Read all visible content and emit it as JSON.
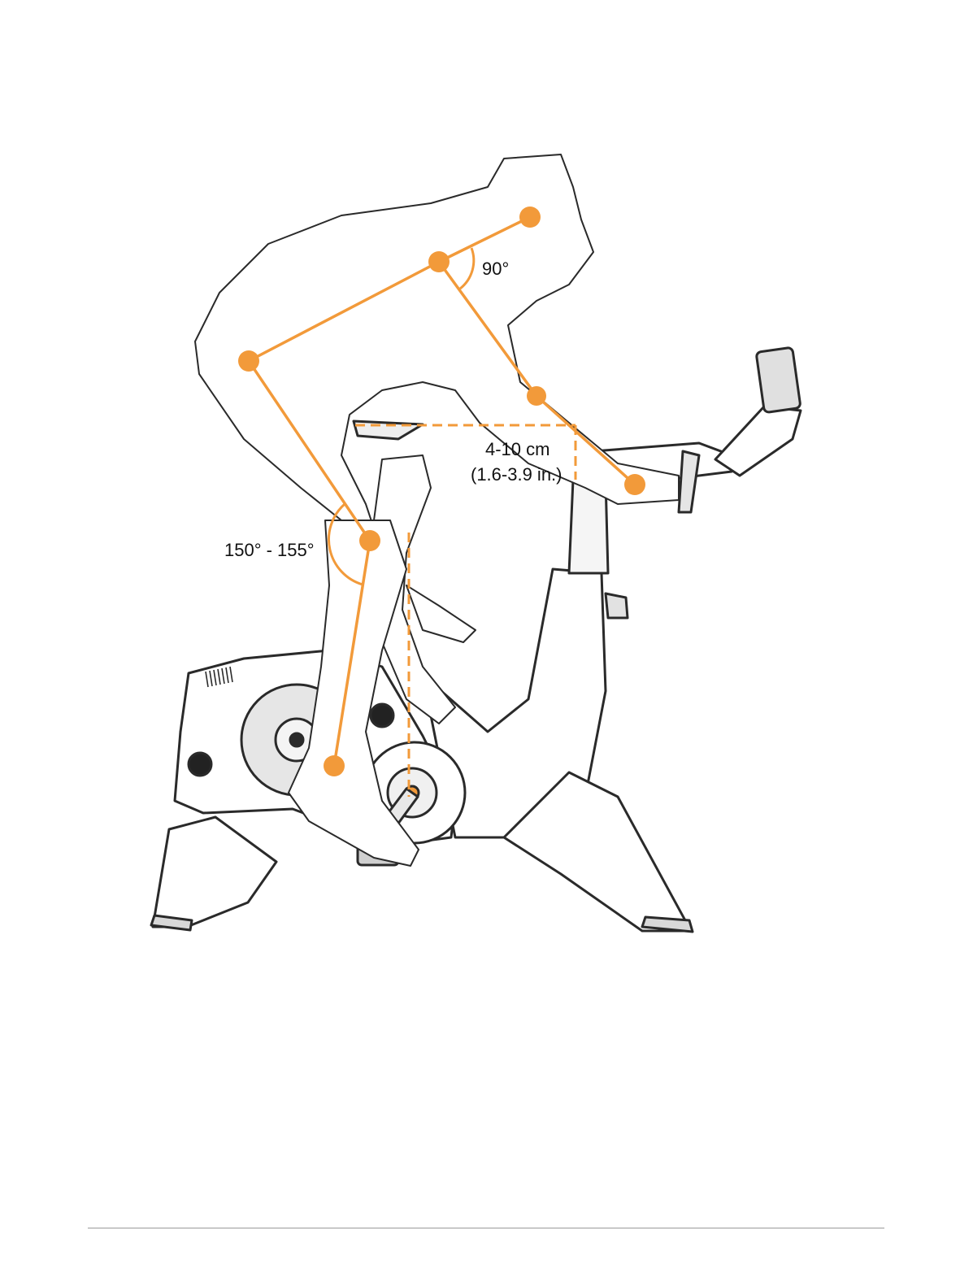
{
  "colors": {
    "accent": "#f29a3a",
    "outline": "#2a2a2a",
    "fill": "#ffffff",
    "shade": "#dedede"
  },
  "annotations": {
    "back_arm_angle": "90°",
    "reach_distance_metric": "4-10 cm",
    "reach_distance_imperial": "(1.6-3.9 in.)",
    "knee_angle": "150° - 155°"
  }
}
